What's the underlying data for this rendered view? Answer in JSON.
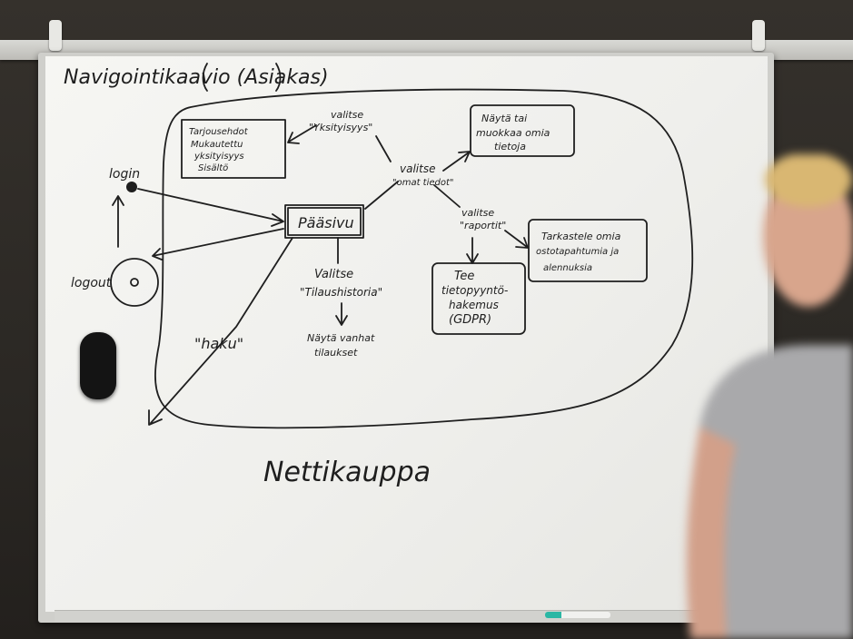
{
  "whiteboard": {
    "title": "Navigointikaavio (Asiakas)",
    "footer_label": "Nettikauppa",
    "nodes": {
      "login": "login",
      "logout": "logout",
      "paasivu": "Pääsivu",
      "haku": "\"haku\"",
      "privacy_box": [
        "Tarjousehdot",
        "Mukautettu",
        "yksityisyys",
        "Sisältö"
      ],
      "valitse_yksityisyys": [
        "valitse",
        "\"Yksityisyys\""
      ],
      "nayta_tiedot_box": [
        "Näytä tai",
        "muokkaa omia",
        "tietoja"
      ],
      "valitse_omat": [
        "valitse",
        "\"omat tiedot\""
      ],
      "valitse_raportit": [
        "valitse",
        "\"raportit\""
      ],
      "tarkastele_box": [
        "Tarkastele omia",
        "ostotapahtumia ja",
        "alennuksia"
      ],
      "gdpr_box": [
        "Tee",
        "tietopyyntö-",
        "hakemus",
        "(GDPR)"
      ],
      "valitse_tilaushistoria": [
        "Valitse",
        "\"Tilaushistoria\""
      ],
      "nayta_vanhat": [
        "Näytä vanhat",
        "tilaukset"
      ]
    }
  },
  "colors": {
    "ink": "#1e1e1e",
    "board": "#f2f2ef",
    "marker_cap": "#2bb7a4"
  }
}
